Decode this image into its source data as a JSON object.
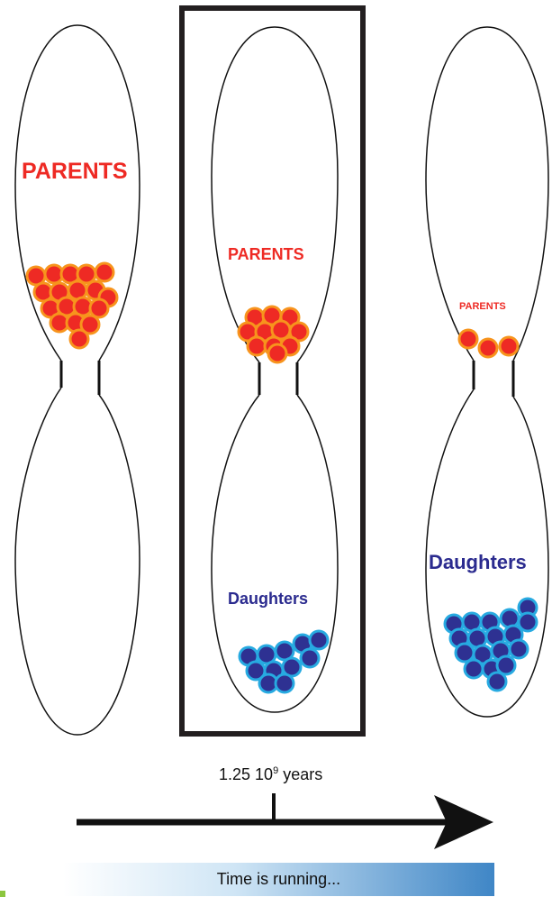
{
  "stage1": {
    "label": "PARENTS"
  },
  "stage2": {
    "label_parents": "PARENTS",
    "label_daughters": "Daughters"
  },
  "stage3": {
    "label_parents": "PARENTS",
    "label_daughters": "Daughters"
  },
  "time_marker": {
    "value": "1.25 10",
    "exponent": "9",
    "unit": "years"
  },
  "time_bar": {
    "label": "Time is running..."
  },
  "colors": {
    "parent_fill": "#ee2a24",
    "parent_ring": "#f7941d",
    "daughter_fill": "#2e3192",
    "daughter_ring": "#27aae1",
    "parent_text": "#ee2a24",
    "daughter_text": "#2b2b8f",
    "highlight_box": "#231f20"
  },
  "counts": {
    "stage1": {
      "parents": 18,
      "daughters": 0
    },
    "stage2": {
      "parents": 11,
      "daughters": 11
    },
    "stage3": {
      "parents": 3,
      "daughters": 18
    }
  }
}
